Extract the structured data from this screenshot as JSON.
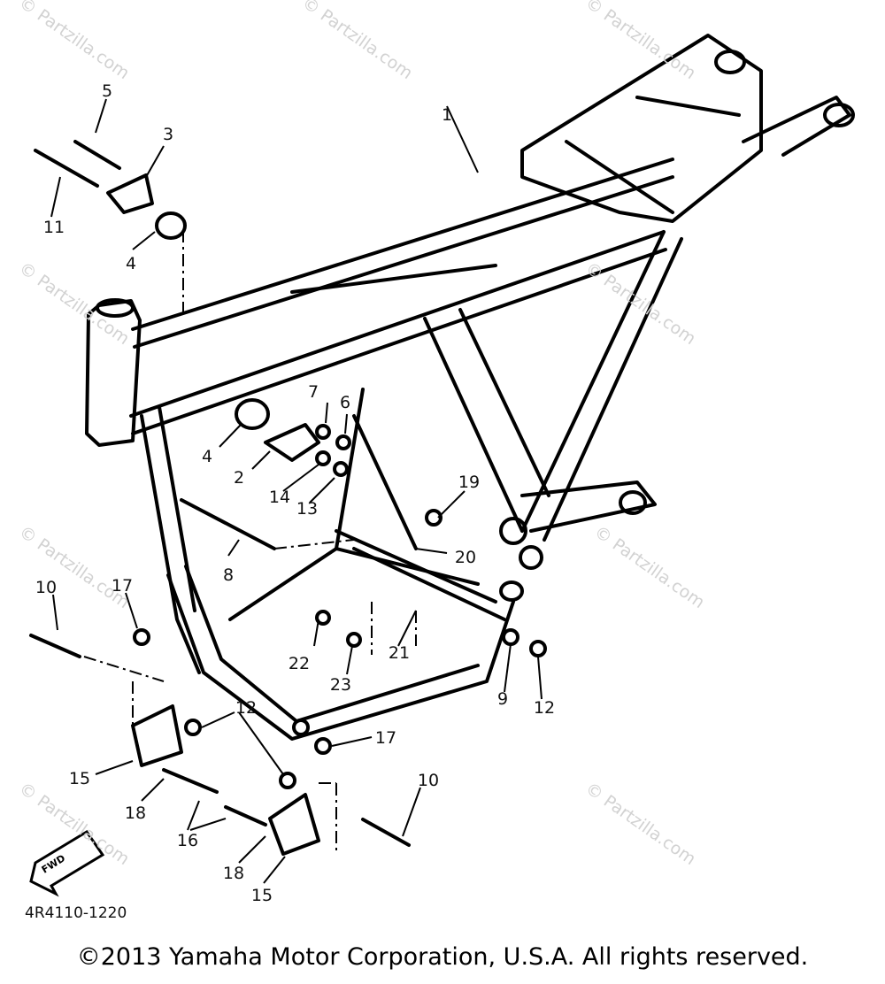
{
  "diagram_code": "4R4110-1220",
  "copyright": "©2013 Yamaha Motor Corporation, U.S.A. All rights reserved.",
  "watermark": "© Partzilla.com",
  "forward_label": "FWD",
  "callouts": [
    "1",
    "2",
    "3",
    "4",
    "4",
    "5",
    "6",
    "7",
    "8",
    "9",
    "10",
    "10",
    "11",
    "12",
    "12",
    "13",
    "14",
    "15",
    "15",
    "16",
    "17",
    "17",
    "18",
    "18",
    "19",
    "20",
    "21",
    "22",
    "23"
  ]
}
